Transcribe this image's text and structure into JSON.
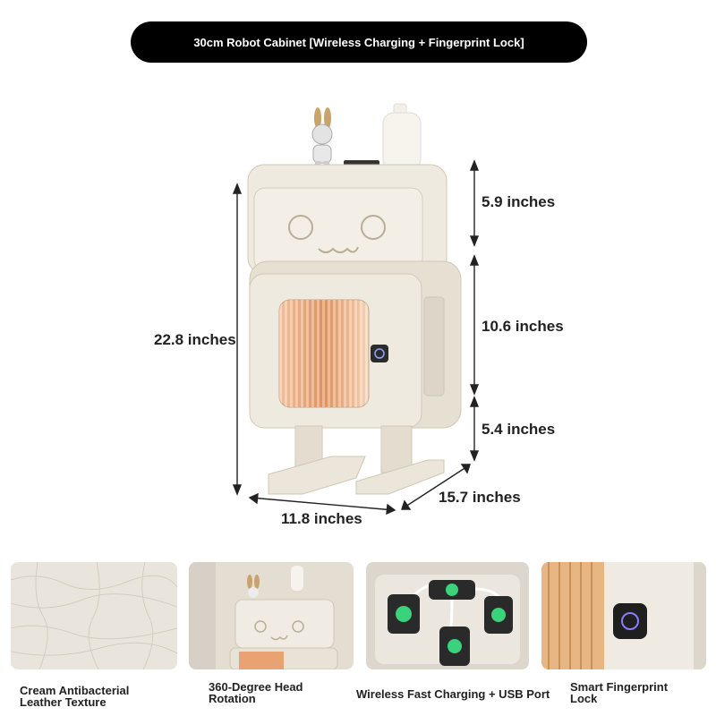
{
  "header": {
    "title": "30cm Robot Cabinet [Wireless Charging + Fingerprint Lock]"
  },
  "dimensions": {
    "total_height": "22.8 inches",
    "head_height": "5.9 inches",
    "body_height": "10.6 inches",
    "leg_height": "5.4 inches",
    "depth": "15.7 inches",
    "width": "11.8 inches"
  },
  "features": [
    {
      "label_line1": "Cream Antibacterial",
      "label_line2": "Leather Texture",
      "icon": "leather-texture-image"
    },
    {
      "label_line1": "360-Degree Head",
      "label_line2": "Rotation",
      "icon": "rotating-head-image"
    },
    {
      "label_line1": "Wireless Fast Charging + USB Port",
      "label_line2": "",
      "icon": "charging-phones-image"
    },
    {
      "label_line1": "Smart Fingerprint",
      "label_line2": "Lock",
      "icon": "fingerprint-lock-image"
    }
  ],
  "colors": {
    "cabinet": "#ece7dc",
    "cabinet_shadow": "#d9d2c3",
    "glass": "#e9a272",
    "pill": "#000000"
  }
}
